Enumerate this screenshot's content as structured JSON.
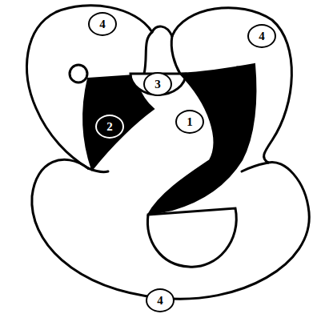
{
  "diagram": {
    "labels": [
      "4",
      "4",
      "3",
      "2",
      "1",
      "4"
    ]
  }
}
